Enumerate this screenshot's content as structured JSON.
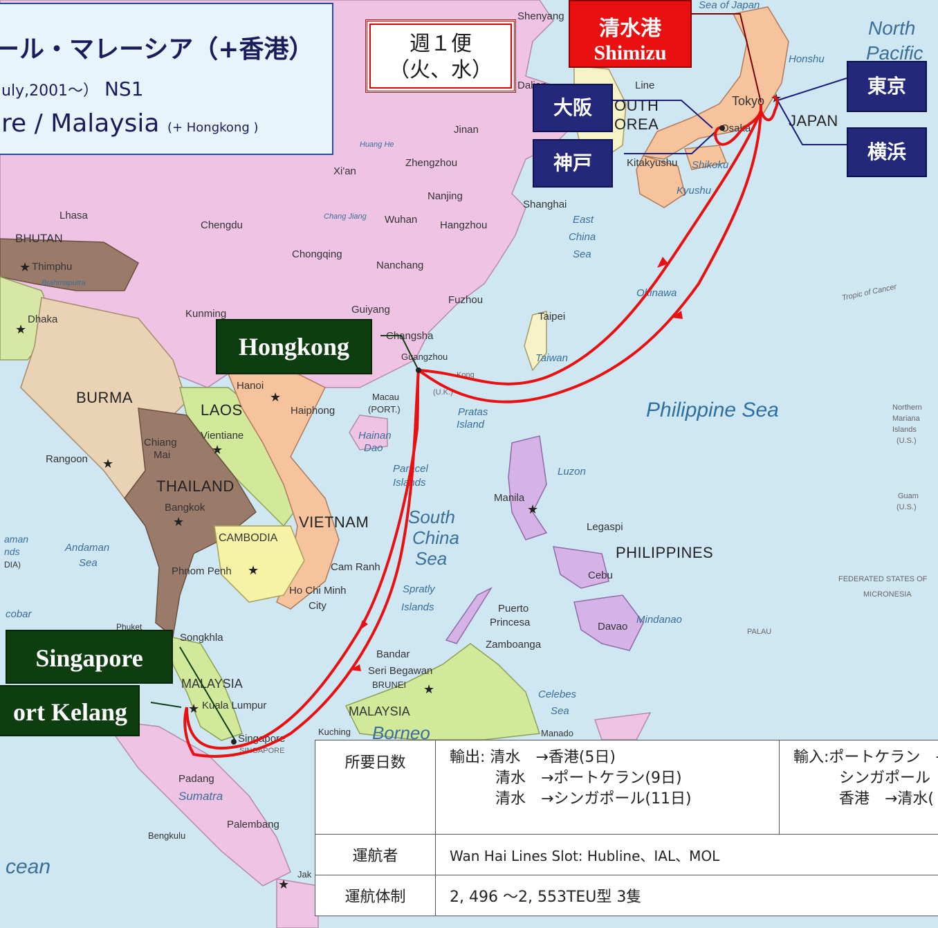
{
  "title": {
    "jp": "ール・マレーシア（+香港）",
    "sub_prefix": "uly,2001～）",
    "service_code": "NS1",
    "en": "re / Malaysia",
    "en_suffix": "(+ Hongkong )"
  },
  "frequency": {
    "line1": "週１便",
    "line2": "（火、水）"
  },
  "ports": {
    "shimizu_jp": "清水港",
    "shimizu_en": "Shimizu",
    "osaka": "大阪",
    "kobe": "神戸",
    "tokyo": "東京",
    "yokohama": "横浜",
    "hongkong": "Hongkong",
    "singapore": "Singapore",
    "port_kelang": "ort Kelang"
  },
  "route_color": "#e81010",
  "map_labels": {
    "shenyang": "Shenyang",
    "sea_of_japan": "Sea of Japan",
    "north_pacific_1": "North",
    "north_pacific_2": "Pacific",
    "honshu": "Honshu",
    "line": "Line",
    "dalian": "Dalian",
    "outh": "OUTH",
    "orea": "OREA",
    "tokyo": "Tokyo",
    "japan": "JAPAN",
    "osaka": "Osaka",
    "kitakyushu": "Kitakyushu",
    "shikoku": "Shikoku",
    "kyushu": "Kyushu",
    "jinan": "Jinan",
    "huang_he": "Huang He",
    "zhengzhou": "Zhengzhou",
    "xian": "Xi'an",
    "nanjing": "Nanjing",
    "shanghai": "Shanghai",
    "east": "East",
    "china_sea_1": "China",
    "sea_1": "Sea",
    "lhasa": "Lhasa",
    "bhutan": "BHUTAN",
    "thimphu": "Thimphu",
    "brahmaputra": "Brahmaputra",
    "chengdu": "Chengdu",
    "chang_jiang": "Chang Jiang",
    "wuhan": "Wuhan",
    "hangzhou": "Hangzhou",
    "chongqing": "Chongqing",
    "nanchang": "Nanchang",
    "okinawa": "Okinawa",
    "tropic": "Tropic of Cancer",
    "kunming": "Kunming",
    "guiyang": "Guiyang",
    "fuzhou": "Fuzhou",
    "taipei": "Taipei",
    "taiwan": "Taiwan",
    "dhaka": "Dhaka",
    "changsha": "Changsha",
    "guangzhou": "Guangzhou",
    "kong": "Kong",
    "uk": "(U.K.)",
    "burma": "BURMA",
    "hanoi": "Hanoi",
    "laos": "LAOS",
    "haiphong": "Haiphong",
    "macau": "Macau",
    "port": "(PORT.)",
    "pratas": "Pratas",
    "island": "Island",
    "philippine_sea": "Philippine Sea",
    "northern": "Northern",
    "mariana": "Mariana",
    "islands_n": "Islands",
    "us1": "(U.S.)",
    "vientiane": "Vientiane",
    "chiang": "Chiang",
    "mai": "Mai",
    "hainan": "Hainan",
    "dao": "Dao",
    "rangoon": "Rangoon",
    "paracel": "Paracel",
    "islands_p": "Islands",
    "luzon": "Luzon",
    "thailand": "THAILAND",
    "bangkok": "Bangkok",
    "manila": "Manila",
    "guam": "Guam",
    "us2": "(U.S.)",
    "vietnam": "VIETNAM",
    "south": "South",
    "china_sea_2": "China",
    "sea_2": "Sea",
    "legaspi": "Legaspi",
    "andaman_1": "aman",
    "andaman_2": "nds",
    "andaman_3": "DIA)",
    "andaman_sea_1": "Andaman",
    "andaman_sea_2": "Sea",
    "cambodia": "CAMBODIA",
    "philippines": "PHILIPPINES",
    "phnom_penh": "Phnom Penh",
    "cam_ranh": "Cam Ranh",
    "cebu": "Cebu",
    "fsm_1": "FEDERATED STATES OF",
    "fsm_2": "MICRONESIA",
    "ho_chi_minh": "Ho Chi Minh",
    "city": "City",
    "spratly": "Spratly",
    "islands_s": "Islands",
    "nicobar": "cobar",
    "puerto": "Puerto",
    "princesa": "Princesa",
    "mindanao": "Mindanao",
    "davao": "Davao",
    "palau": "PALAU",
    "phuket": "Phuket",
    "songkhla": "Songkhla",
    "zamboanga": "Zamboanga",
    "bandar": "Bandar",
    "seri_begawan": "Seri Begawan",
    "brunei": "BRUNEI",
    "malaysia_1": "MALAYSIA",
    "kuala_lumpur": "Kuala Lumpur",
    "celebes": "Celebes",
    "celebes_sea": "Sea",
    "malaysia_2": "MALAYSIA",
    "kuching": "Kuching",
    "borneo": "Borneo",
    "manado": "Manado",
    "singapore_city": "Singapore",
    "singapore_country": "SINGAPORE",
    "padang": "Padang",
    "sumatra": "Sumatra",
    "palembang": "Palembang",
    "bengkulu": "Bengkulu",
    "jakarta": "Jak",
    "ocean": "cean"
  },
  "table": {
    "transit_label": "所要日数",
    "export": [
      "輸出: 清水　→香港(5日)",
      "　　　清水　→ポートケラン(9日)",
      "　　　清水　→シンガポール(11日)"
    ],
    "import": [
      "輸入:ポートケラン　→",
      "　　　シンガポール",
      "　　　香港　→清水("
    ],
    "operator_label": "運航者",
    "operator_value": "Wan Hai Lines  Slot:  Hubline、IAL、MOL",
    "fleet_label": "運航体制",
    "fleet_value": "2, 496 ～2, 553TEU型  3隻"
  }
}
